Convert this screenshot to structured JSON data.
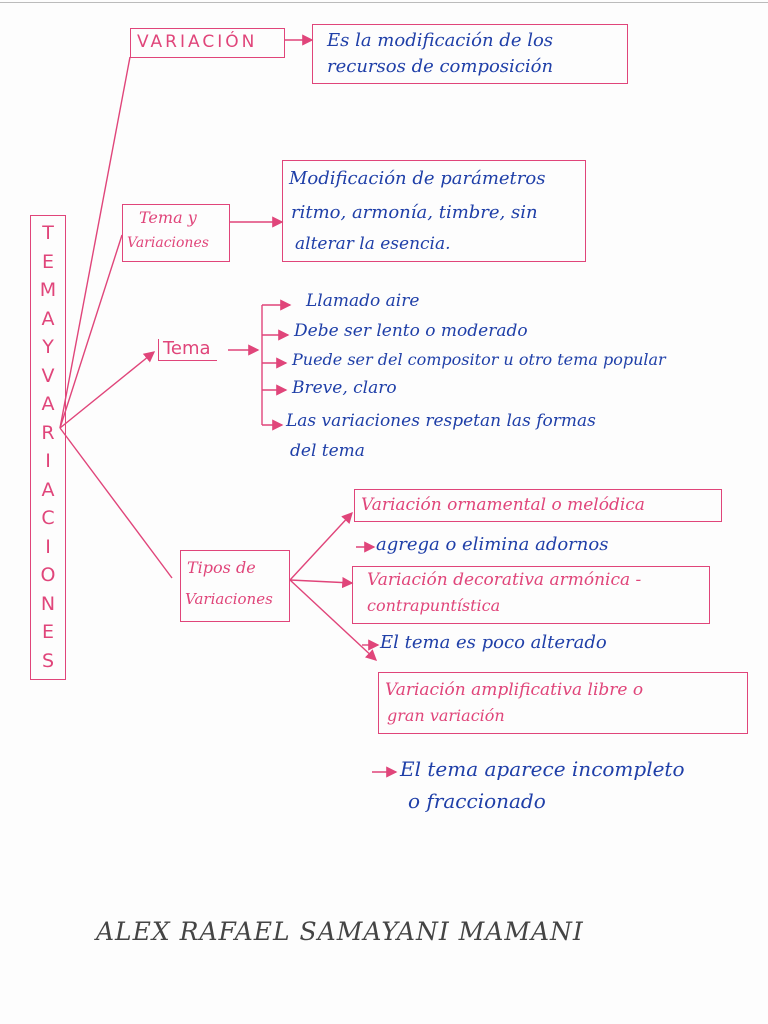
{
  "vertical_title": [
    "T",
    "E",
    "M",
    "A",
    "Y",
    "V",
    "A",
    "R",
    "I",
    "A",
    "C",
    "I",
    "O",
    "N",
    "E",
    "S"
  ],
  "variacion": {
    "label": "VARIACIÓN",
    "definition": [
      "Es la modificación de los",
      "recursos de composición"
    ]
  },
  "tema_y_variaciones": {
    "label": [
      "Tema y",
      "Variaciones"
    ],
    "definition": [
      "Modificación de parámetros",
      "ritmo, armonía, timbre, sin",
      "alterar la esencia."
    ]
  },
  "tema": {
    "label": "Tema",
    "items": [
      "Llamado aire",
      "Debe ser lento o moderado",
      "Puede ser del compositor u otro tema popular",
      "Breve, claro",
      "Las variaciones respetan las formas"
    ],
    "items_continuation": "del tema"
  },
  "tipos": {
    "label": [
      "Tipos de",
      "Variaciones"
    ],
    "types": [
      {
        "name": [
          "Variación ornamental o melódica"
        ],
        "desc": "agrega o elimina adornos"
      },
      {
        "name": [
          "Variación decorativa armónica -",
          "contrapuntística"
        ],
        "desc": "El tema es poco alterado"
      },
      {
        "name": [
          "Variación amplificativa libre o",
          "gran variación"
        ],
        "desc": [
          "El tema aparece incompleto",
          "o fraccionado"
        ]
      }
    ]
  },
  "author": "ALEX RAFAEL SAMAYANI MAMANI",
  "colors": {
    "pink": "#e0457a",
    "blue": "#1f3fa8",
    "pencil": "#444444"
  }
}
